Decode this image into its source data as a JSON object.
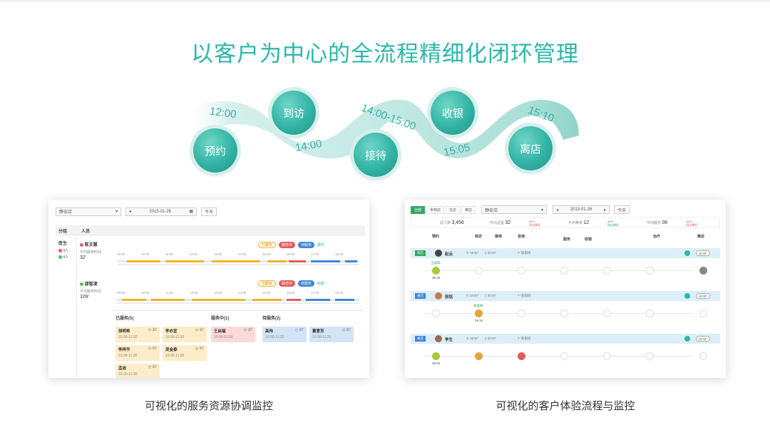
{
  "title": "以客户为中心的全流程精细化闭环管理",
  "flow": {
    "nodes": [
      "预约",
      "到访",
      "接待",
      "收银",
      "离店"
    ],
    "times": [
      "12:00",
      "14:00",
      "14:00-15:00",
      "15:05",
      "15:10"
    ]
  },
  "left_panel": {
    "store_select": "静安店",
    "date": "2015-01-26",
    "today_btn": "今天",
    "col_group": "分组",
    "col_person": "人员",
    "group_name": "医生",
    "group_counts": [
      "3人",
      "4人"
    ],
    "legend": [
      "已服务",
      "服务中",
      "待服务"
    ],
    "collapse": "展开",
    "expand": "收起",
    "persons": [
      {
        "name": "陈文慧",
        "label": "平均服务时间",
        "value": "32'"
      },
      {
        "name": "邵智凌",
        "label": "平均服务时间",
        "value": "109'"
      }
    ],
    "ticks": [
      "09:00",
      "09:30",
      "10:00",
      "10:30",
      "11:00",
      "11:30",
      "12:00",
      "12:30",
      "13:00",
      "13:30",
      "14:00",
      "14:30",
      "15:00",
      "15:30",
      "16:00",
      "16:30",
      "17:00",
      "17:30",
      "18:00",
      "18:30"
    ],
    "board_cols": [
      "已服务(5)",
      "服务中(1)",
      "待服务(2)"
    ],
    "cards": [
      {
        "name": "胡明希",
        "mins": "30'",
        "time": "10:30-11:20",
        "kind": "y"
      },
      {
        "name": "李亦宜",
        "mins": "30'",
        "time": "10:30-11:20",
        "kind": "y"
      },
      {
        "name": "李梓华",
        "mins": "30'",
        "time": "10:30-11:20",
        "kind": "y"
      },
      {
        "name": "吴金泰",
        "mins": "30'",
        "time": "10:30-11:20",
        "kind": "y"
      },
      {
        "name": "孟迪",
        "mins": "30'",
        "time": "10:30-11:20",
        "kind": "y"
      },
      {
        "name": "王启福",
        "mins": "30'",
        "time": "10:30-11:20",
        "kind": "r"
      },
      {
        "name": "高伟",
        "mins": "30'",
        "time": "10:30-11:20",
        "kind": "b"
      },
      {
        "name": "董意芳",
        "mins": "30'",
        "time": "10:30-11:20",
        "kind": "b"
      }
    ]
  },
  "right_panel": {
    "tabs": [
      "全部",
      "未到店",
      "在店",
      "离店"
    ],
    "store_select": "静安店",
    "date": "2015-01-26",
    "today_btn": "今天",
    "stats": [
      {
        "label": "总人数",
        "value": "3,456"
      },
      {
        "label": "平均逗留",
        "value": "32"
      },
      {
        "label": "平均等待",
        "value": "12"
      },
      {
        "label": "平均服务",
        "value": "08"
      }
    ],
    "changes": [
      "36%",
      "36%",
      "36%"
    ],
    "change_note": "同比降低",
    "headers": [
      "预约",
      "到访",
      "接待",
      "咨询",
      "服务",
      "收银",
      "治疗",
      "离店"
    ],
    "rows": [
      {
        "tag": "到店",
        "name": "赵云",
        "time1": "16'30\"",
        "time2": "35'30\"",
        "note": "陈雨彤",
        "right_time": "15'30\""
      },
      {
        "tag": "离店",
        "name": "张铭",
        "time1": "16'30\"",
        "time2": "35'30\"",
        "note": "陈雨彤",
        "right_time": "15'30\""
      },
      {
        "tag": "离店",
        "name": "李生",
        "time1": "16'30\"",
        "time2": "35'30\"",
        "note": "陈雨彤",
        "right_time": "15'30\""
      }
    ],
    "track_labels": [
      "王美梓",
      "09:30",
      "张美娟",
      "09:30",
      "09:00"
    ]
  },
  "captions": [
    "可视化的服务资源协调监控",
    "可视化的客户体验流程与监控"
  ],
  "colors": {
    "accent": "#2ab7a9",
    "yellow": "#f0b429",
    "red": "#e25c5c",
    "blue": "#3f86d6"
  }
}
